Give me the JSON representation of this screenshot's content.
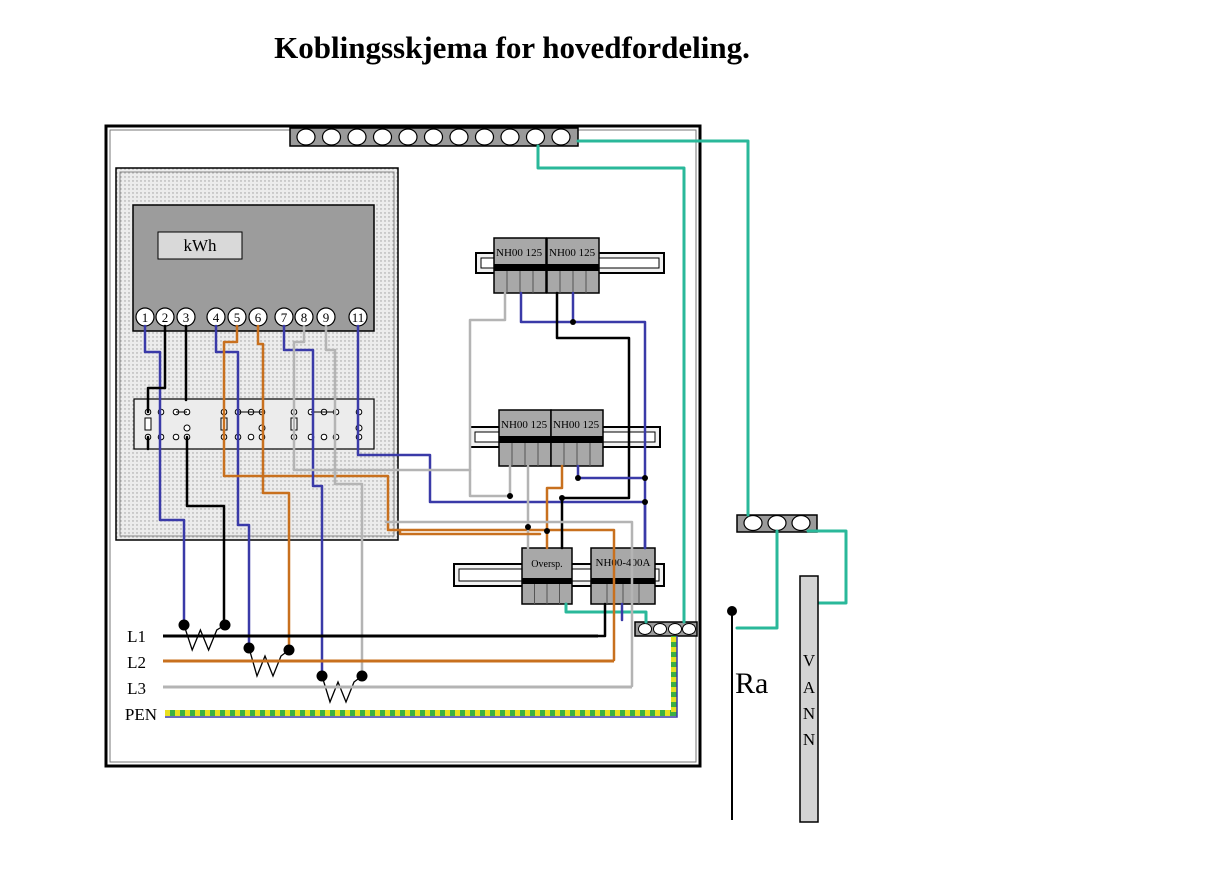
{
  "title": "Koblingsskjema for hovedfordeling.",
  "meter": {
    "unit_label": "kWh",
    "terminals": [
      "1",
      "2",
      "3",
      "4",
      "5",
      "6",
      "7",
      "8",
      "9",
      "11"
    ]
  },
  "fuses": {
    "upper_left": "NH00 125",
    "upper_right": "NH00 125",
    "middle_left": "NH00 125",
    "middle_right": "NH00 125",
    "surge": "Oversp.",
    "main": "NH00-400A"
  },
  "conductors": {
    "l1": "L1",
    "l2": "L2",
    "l3": "L3",
    "pen": "PEN"
  },
  "ground": {
    "electrode": "Ra",
    "water_pipe": [
      "V",
      "A",
      "N",
      "N"
    ]
  },
  "colors": {
    "blue": "#3a3aa8",
    "brown": "#c8701e",
    "black": "#000000",
    "grey": "#b4b4b4",
    "green_earth": "#2ab89a",
    "pen_yellow": "#e8e020",
    "pen_green": "#3cb043"
  }
}
